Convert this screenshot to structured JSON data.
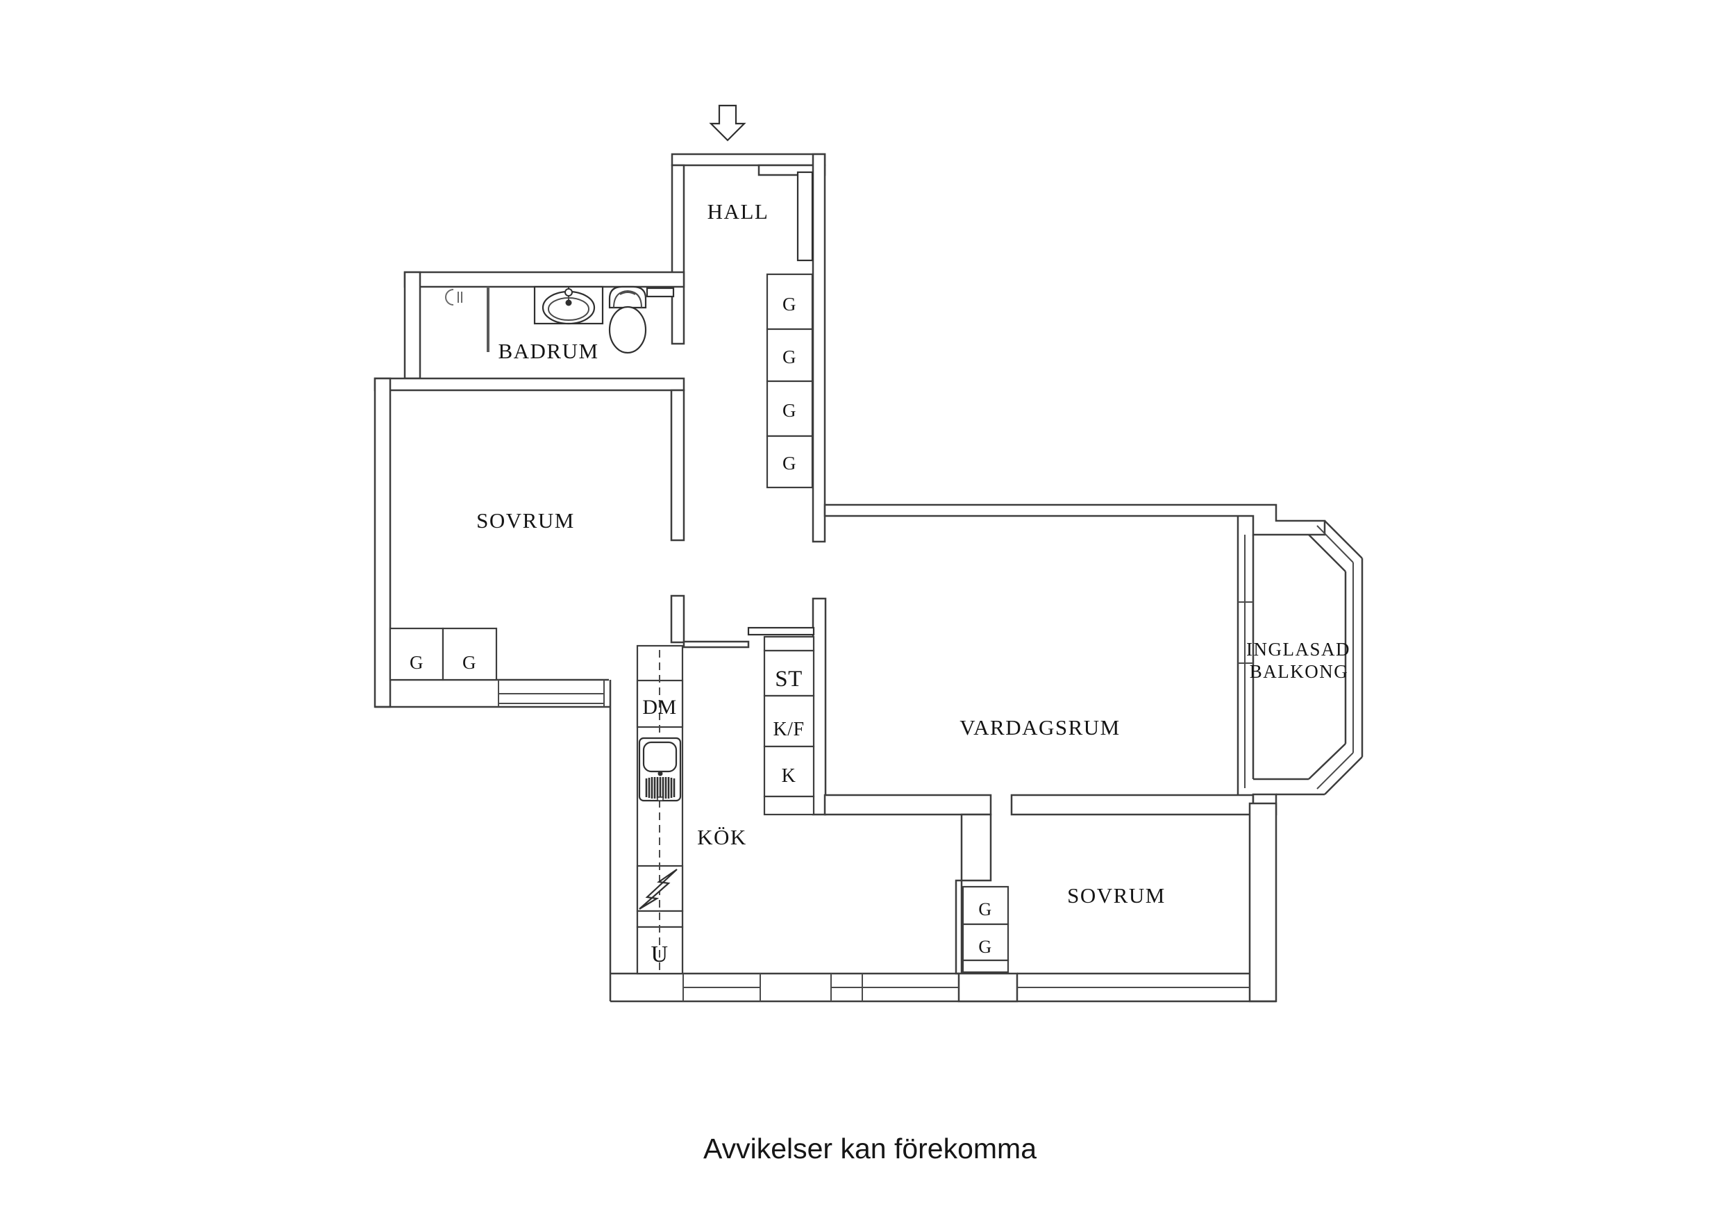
{
  "rooms": {
    "hall": {
      "label": "HALL"
    },
    "badrum": {
      "label": "BADRUM"
    },
    "sovrum_left": {
      "label": "SOVRUM"
    },
    "vardagsrum": {
      "label": "VARDAGSRUM"
    },
    "balkong": {
      "line1": "INGLASAD",
      "line2": "BALKONG"
    },
    "kok": {
      "label": "KÖK"
    },
    "sovrum_right": {
      "label": "SOVRUM"
    }
  },
  "closets": {
    "hall": [
      "G",
      "G",
      "G",
      "G"
    ],
    "sovrum_left": [
      "G",
      "G"
    ],
    "sovrum_right": [
      "G",
      "G"
    ]
  },
  "kitchen_units": {
    "dm": "DM",
    "st": "ST",
    "kf": "K/F",
    "k": "K",
    "u": "U"
  },
  "icons": {
    "entry_arrow": "entry-arrow-icon",
    "bath_sink": "bathroom-sink-icon",
    "toilet": "toilet-icon",
    "kitchen_sink": "kitchen-sink-icon",
    "stove": "stove-lightning-icon"
  },
  "disclaimer": {
    "text": "Avvikelser kan förekomma"
  },
  "colors": {
    "line": "#3d3d3d",
    "background": "#ffffff",
    "text": "#141414"
  }
}
